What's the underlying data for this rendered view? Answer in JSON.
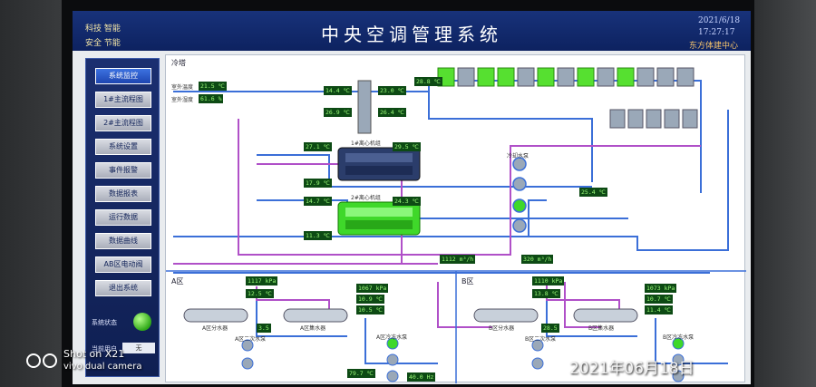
{
  "header": {
    "left_line1": "科技  智能",
    "left_line2": "安全  节能",
    "title": "中央空调管理系统",
    "date": "2021/6/18",
    "time": "17:27:17",
    "company": "东方体建中心"
  },
  "menu": {
    "items": [
      {
        "label": "系统监控",
        "active": true
      },
      {
        "label": "1#主流程图"
      },
      {
        "label": "2#主流程图"
      },
      {
        "label": "系统设置"
      },
      {
        "label": "事件报警"
      },
      {
        "label": "数据报表"
      },
      {
        "label": "运行数据"
      },
      {
        "label": "数据曲线"
      },
      {
        "label": "AB区电动阀"
      },
      {
        "label": "退出系统"
      }
    ],
    "run_status_label": "系统状态",
    "user_label": "当前用户",
    "user_value": "无"
  },
  "main": {
    "top_label": "冷塔",
    "outdoor_temp_label": "室外温度",
    "outdoor_temp": "21.5 ℃",
    "outdoor_humidity_label": "室外湿度",
    "outdoor_humidity": "61.6 %",
    "top_values": [
      "14.4 ℃",
      "23.0 ℃",
      "26.4 ℃",
      "28.8 ℃",
      "27.1 ℃",
      "29.5 ℃",
      "14.7 ℃",
      "24.3 ℃",
      "17.9 ℃",
      "25.4 ℃",
      "26.9 ℃",
      "11.3 ℃"
    ],
    "chiller1_label": "1#离心机组",
    "chiller2_label": "2#离心机组",
    "pump_group_label": "冷却水泵",
    "flow_values": [
      "1112 m³/h",
      "320 m³/h"
    ],
    "zone_a_label": "A区",
    "zone_b_label": "B区",
    "zone_a_values": [
      "1117 kPa",
      "12.5 ℃",
      "10.9 ℃",
      "1067 kPa",
      "10.5 ℃",
      "79.7 ℃",
      "40.0 Hz",
      "3.5"
    ],
    "zone_b_values": [
      "1110 kPa",
      "13.8 ℃",
      "10.7 ℃",
      "1073 kPa",
      "11.4 ℃",
      "28.5"
    ],
    "a_collector": "A区分水器",
    "a_separator": "A区集水器",
    "b_collector": "B区分水器",
    "b_separator": "B区集水器",
    "a_pump": "A区冷冻水泵",
    "b_pump": "B区冷冻水泵",
    "a_pump2": "A区二次水泵",
    "b_pump2": "B区二次水泵"
  },
  "photo_overlay": {
    "line1": "Shot on X21",
    "line2": "vivo dual camera",
    "date_stamp": "2021年06月18日"
  },
  "colors": {
    "header_bg": "#0d2260",
    "chiller_on": "#3fd82a",
    "chiller_off": "#2b3d6b",
    "pipe_supply": "#3b6fd8",
    "pipe_return": "#b050c8",
    "value_bg": "#0d4a14",
    "value_fg": "#9dfc7a"
  }
}
